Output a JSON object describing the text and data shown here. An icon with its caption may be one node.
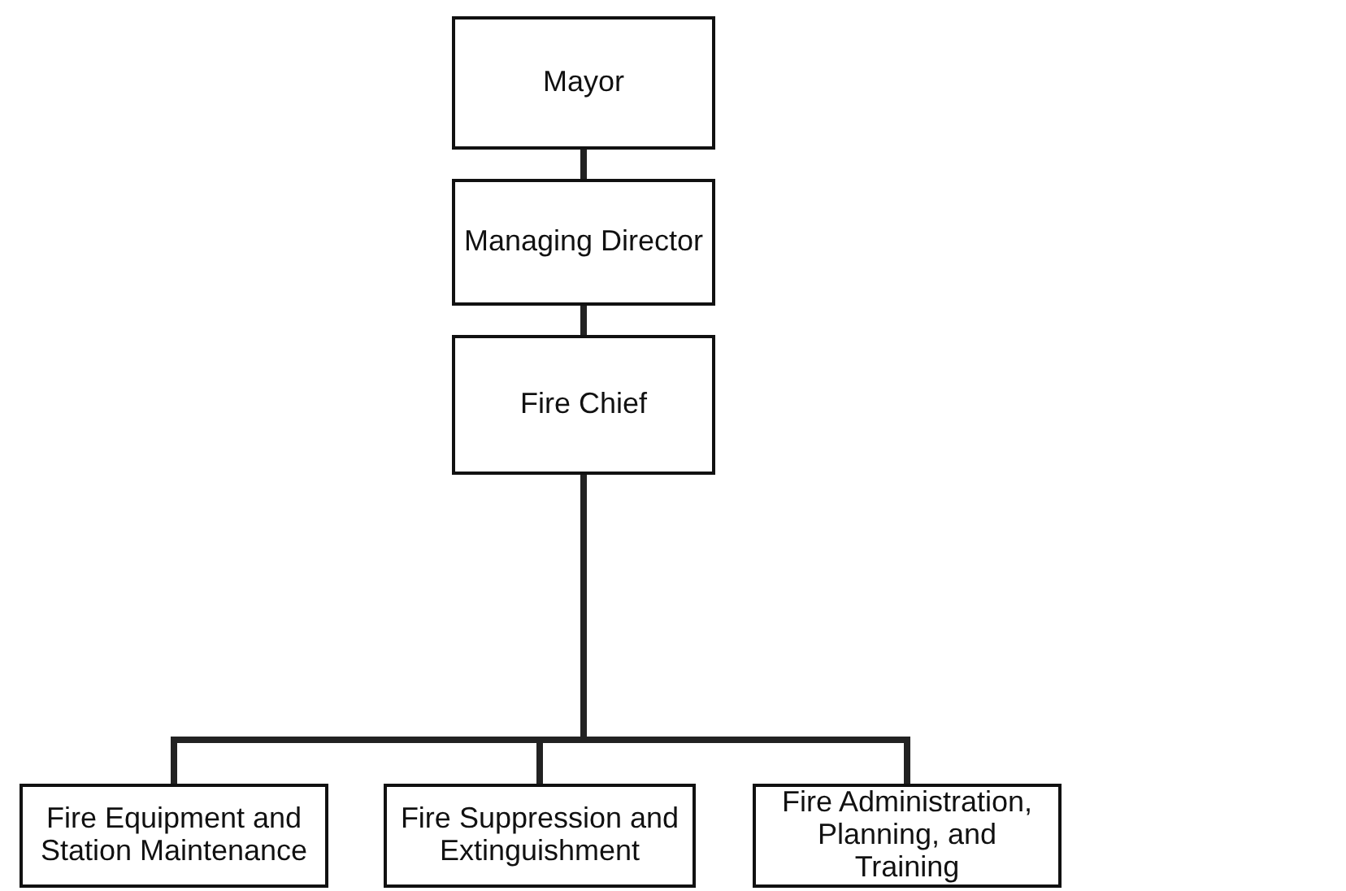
{
  "diagram": {
    "nodes": [
      {
        "text": [
          "Mayor"
        ]
      },
      {
        "text": [
          "Managing Director"
        ]
      },
      {
        "text": [
          "Fire Chief"
        ]
      },
      {
        "text": [
          "Fire Equipment and Station Maintenance"
        ]
      },
      {
        "text": [
          "Fire Suppression and Extinguishment"
        ]
      },
      {
        "text": [
          "Fire Administration, Planning, and Training"
        ]
      }
    ],
    "edges": [
      {
        "from": 0,
        "to": 1,
        "arrow": "none"
      },
      {
        "from": 1,
        "to": 2,
        "arrow": "none"
      },
      {
        "from": 2,
        "to": 3,
        "arrow": "none"
      },
      {
        "from": 2,
        "to": 4,
        "arrow": "none"
      },
      {
        "from": 2,
        "to": 5,
        "arrow": "none"
      }
    ]
  }
}
